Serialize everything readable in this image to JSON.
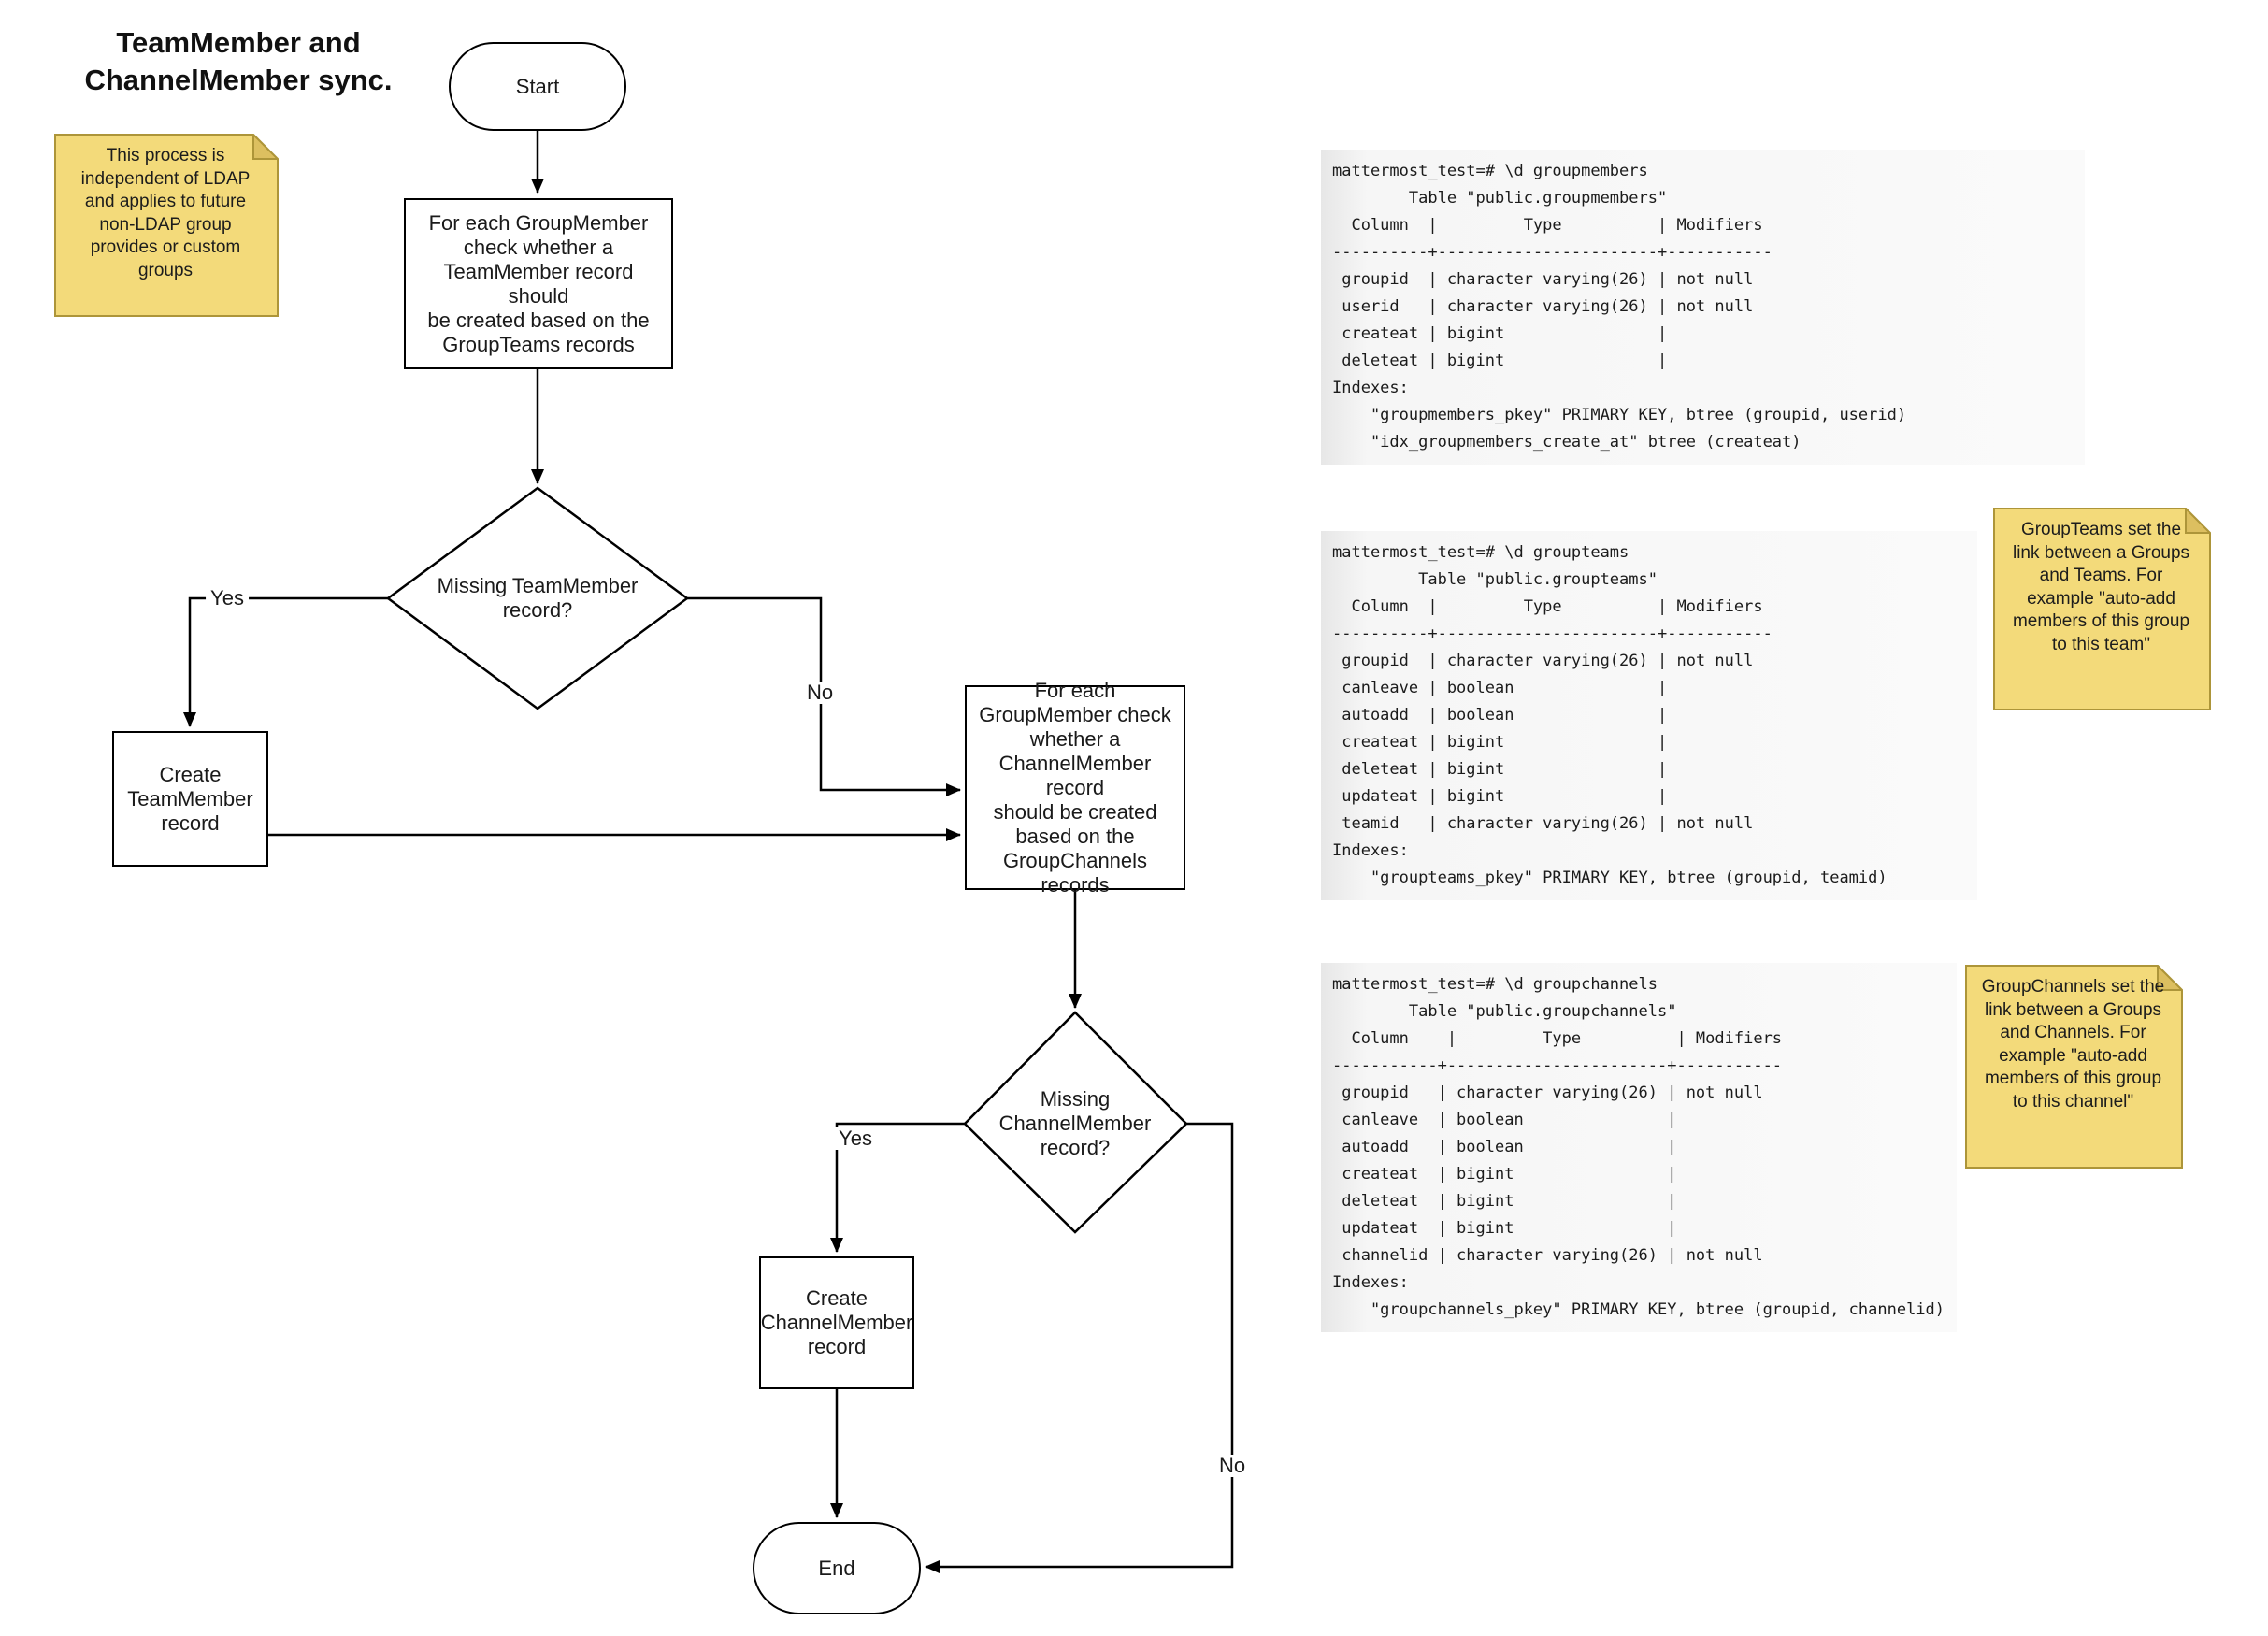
{
  "title": "TeamMember and\nChannelMember sync.",
  "notes": {
    "process": "This process is\nindependent of LDAP\nand applies to future\nnon-LDAP group\nprovides or custom\ngroups",
    "groupteams": "GroupTeams set the\nlink between a Groups\nand Teams. For\nexample \"auto-add\nmembers of this group\nto this team\"",
    "groupchannels": "GroupChannels set the\nlink between a Groups\nand Channels. For\nexample \"auto-add\nmembers of this group\nto this channel\""
  },
  "flowchart": {
    "start": "Start",
    "end": "End",
    "proc_team": "For each GroupMember\ncheck whether a\nTeamMember record should\nbe created based on the\nGroupTeams records",
    "decision_team": "Missing TeamMember\nrecord?",
    "create_team": "Create\nTeamMember\nrecord",
    "proc_channel": "For each\nGroupMember check\nwhether a\nChannelMember record\nshould be created\nbased on the\nGroupChannels\nrecords",
    "decision_channel": "Missing\nChannelMember\nrecord?",
    "create_channel": "Create\nChannelMember\nrecord",
    "labels": {
      "yes_team": "Yes",
      "no_team": "No",
      "yes_channel": "Yes",
      "no_channel": "No"
    }
  },
  "terminals": {
    "groupmembers": "mattermost_test=# \\d groupmembers\n        Table \"public.groupmembers\"\n  Column  |         Type          | Modifiers\n----------+-----------------------+-----------\n groupid  | character varying(26) | not null\n userid   | character varying(26) | not null\n createat | bigint                |\n deleteat | bigint                |\nIndexes:\n    \"groupmembers_pkey\" PRIMARY KEY, btree (groupid, userid)\n    \"idx_groupmembers_create_at\" btree (createat)",
    "groupteams": "mattermost_test=# \\d groupteams\n         Table \"public.groupteams\"\n  Column  |         Type          | Modifiers\n----------+-----------------------+-----------\n groupid  | character varying(26) | not null\n canleave | boolean               |\n autoadd  | boolean               |\n createat | bigint                |\n deleteat | bigint                |\n updateat | bigint                |\n teamid   | character varying(26) | not null\nIndexes:\n    \"groupteams_pkey\" PRIMARY KEY, btree (groupid, teamid)",
    "groupchannels": "mattermost_test=# \\d groupchannels\n        Table \"public.groupchannels\"\n  Column    |         Type          | Modifiers\n-----------+-----------------------+-----------\n groupid   | character varying(26) | not null\n canleave  | boolean               |\n autoadd   | boolean               |\n createat  | bigint                |\n deleteat  | bigint                |\n updateat  | bigint                |\n channelid | character varying(26) | not null\nIndexes:\n    \"groupchannels_pkey\" PRIMARY KEY, btree (groupid, channelid)"
  },
  "colors": {
    "note_fill": "#F3DA7A",
    "note_fold": "#DCBF60",
    "note_border": "#AD9539",
    "line": "#000000",
    "terminal_bg": "#EFEFEF"
  }
}
